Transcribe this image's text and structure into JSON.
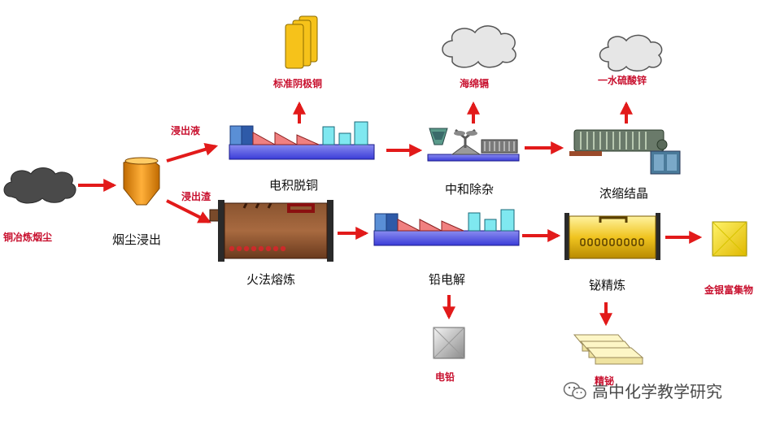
{
  "products": {
    "cathode_copper": "标准阴极铜",
    "sponge_cadmium": "海绵镉",
    "zinc_sulfate": "一水硫酸锌",
    "electro_lead": "电铅",
    "bismuth_ingot": "精铋",
    "gold_silver": "金银富集物"
  },
  "flows": {
    "leach_liquor": "浸出液",
    "leach_residue": "浸出渣"
  },
  "processes": {
    "feed": "铜冶炼烟尘",
    "dust_leach": "烟尘浸出",
    "electrowin": "电积脱铜",
    "neutralize": "中和除杂",
    "crystallize": "浓缩结晶",
    "smelting": "火法熔炼",
    "lead_electrolysis": "铅电解",
    "bismuth_refine": "铋精炼"
  },
  "watermark": {
    "text": "高中化学教学研究"
  },
  "colors": {
    "arrow": "#e21a1a",
    "label_red": "#c8102e",
    "product_yellow": "#f6c21a"
  }
}
